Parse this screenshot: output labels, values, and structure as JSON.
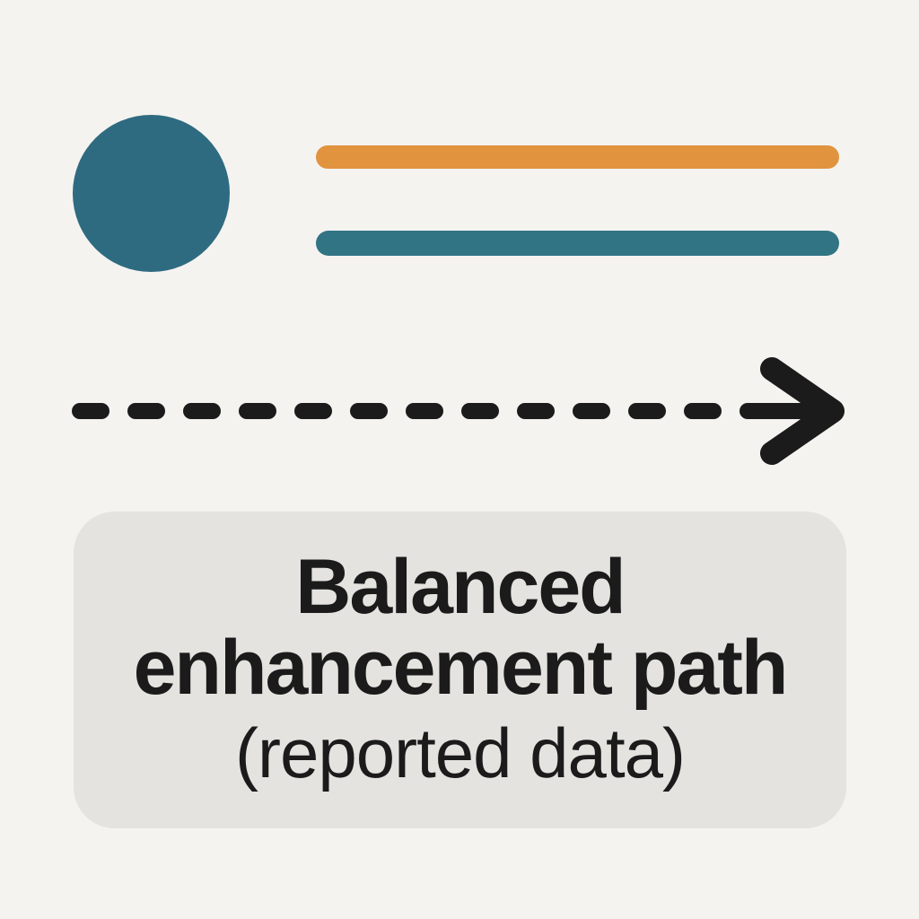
{
  "colors": {
    "bg": "#f5f3f0",
    "dot": "#2e6b80",
    "orange": "#e1933e",
    "teal": "#317484",
    "ink": "#1b1b1b",
    "box": "#e5e3e0"
  },
  "legend": {
    "marker": "teal-circle",
    "lines": [
      "orange-line",
      "teal-line"
    ]
  },
  "arrow": {
    "style": "dashed",
    "direction": "right",
    "color": "#1b1b1b"
  },
  "label_box": {
    "title": "Balanced enhancement path",
    "subtitle": "(reported data)"
  }
}
